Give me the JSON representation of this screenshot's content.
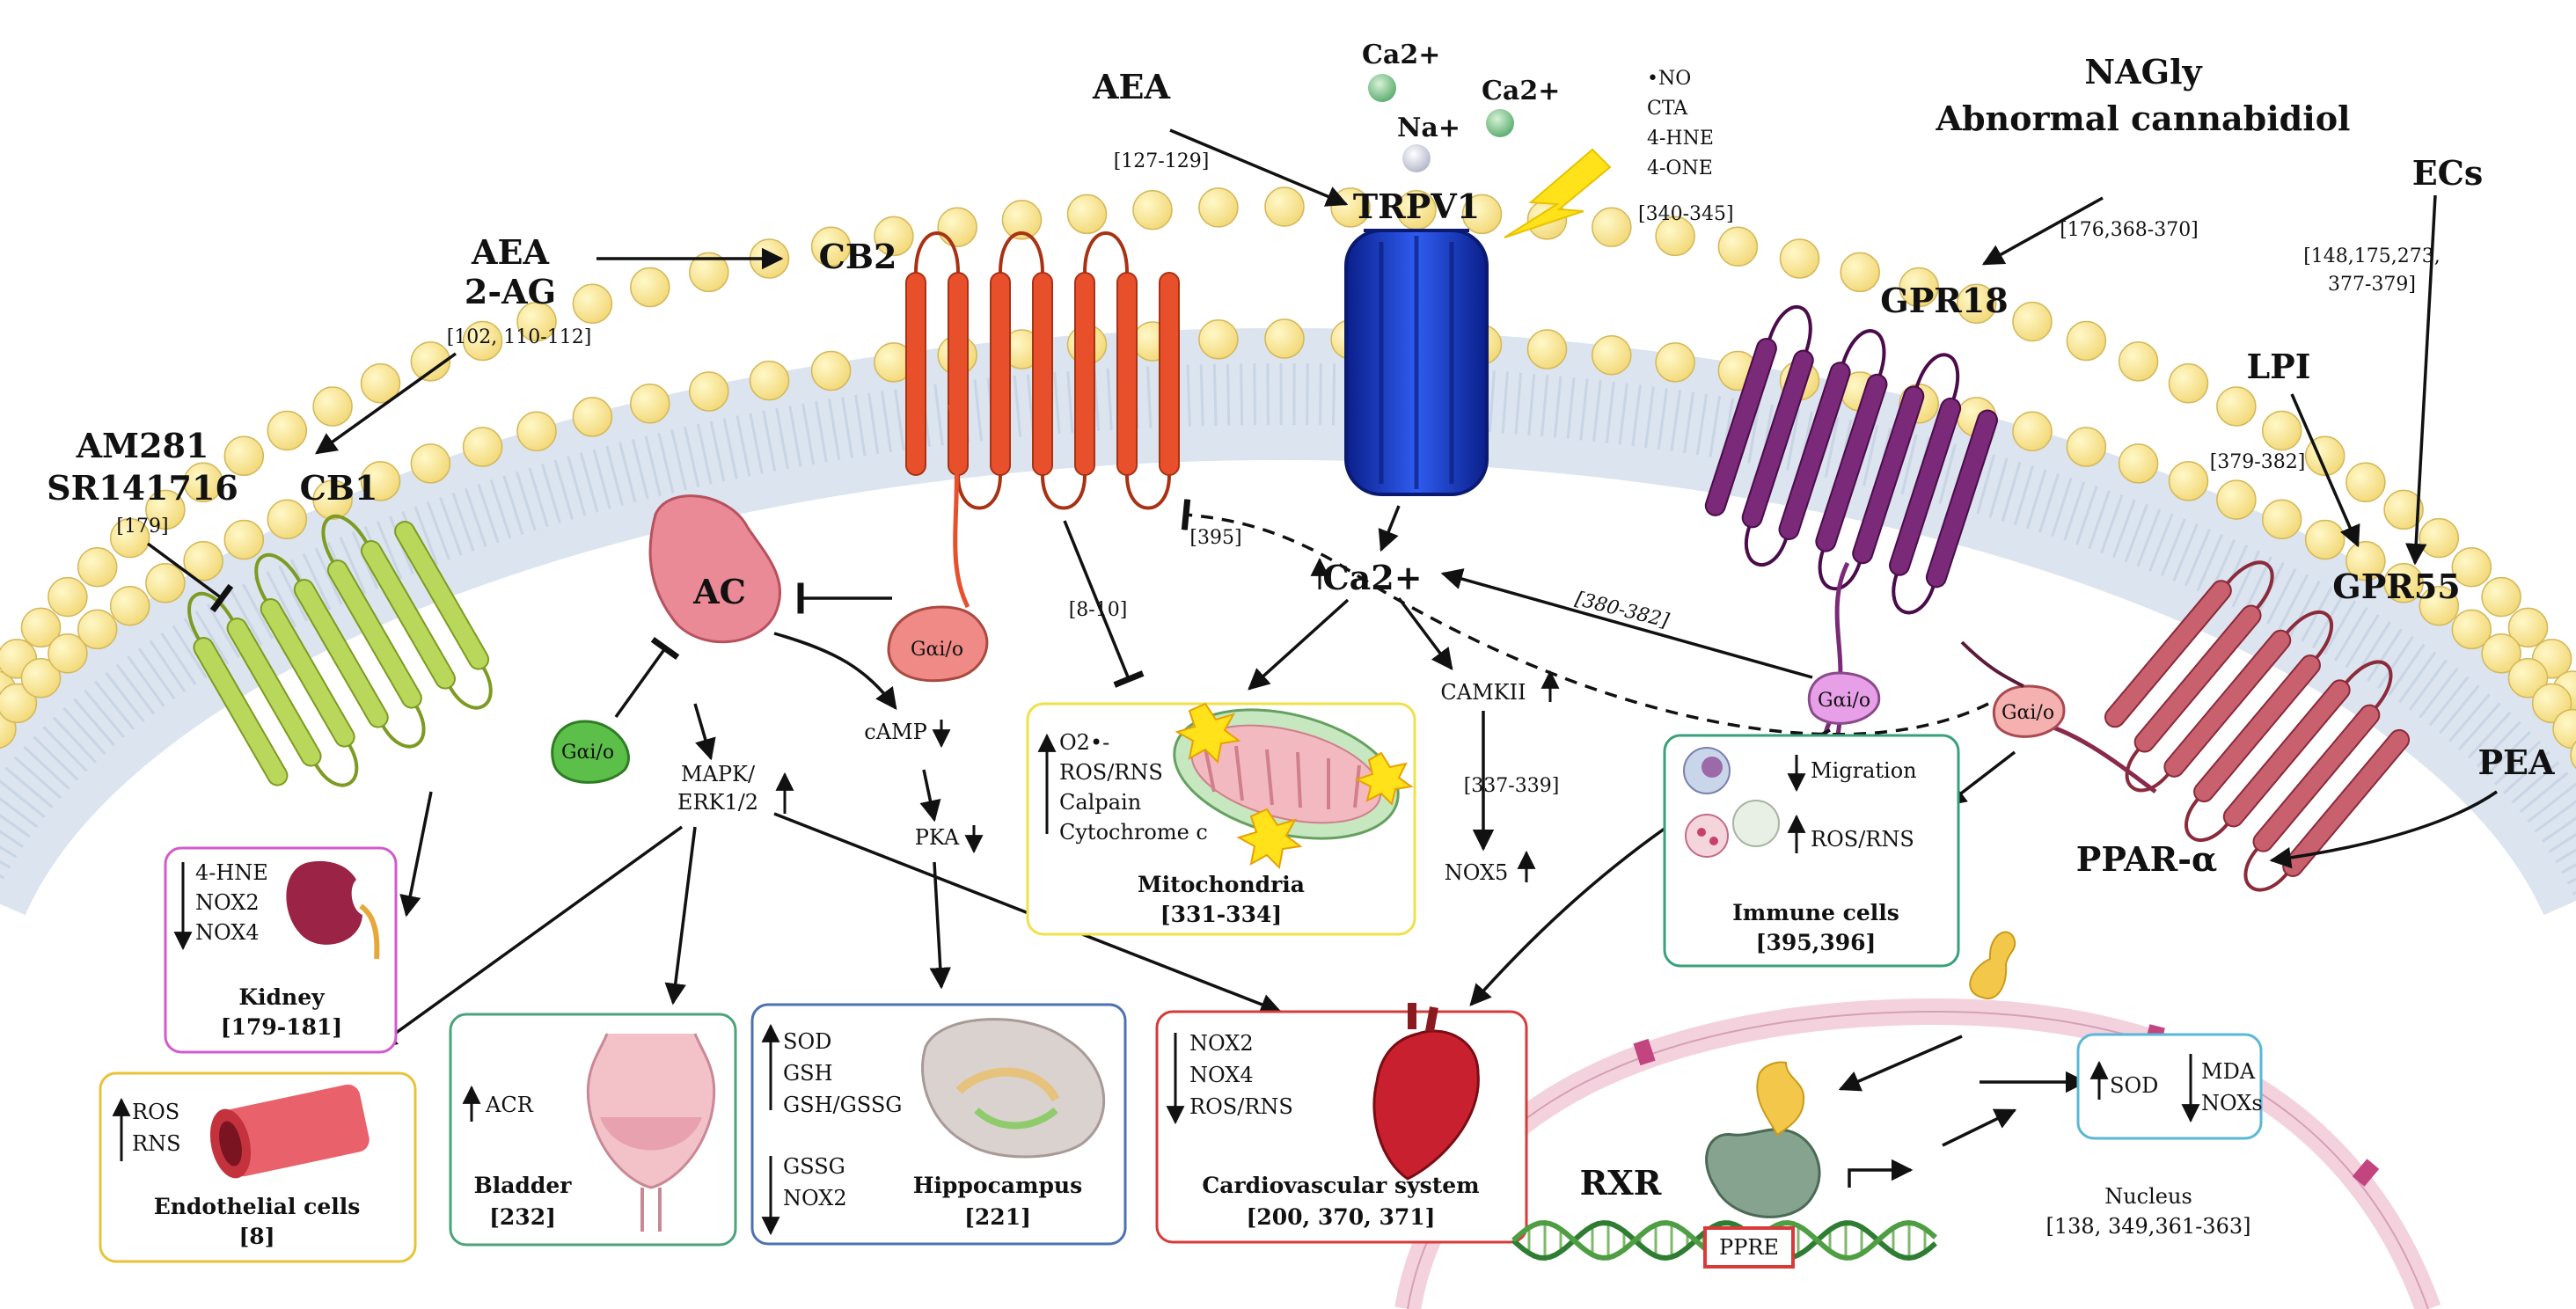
{
  "ligands": {
    "aea_2ag": [
      "AEA",
      "2-AG"
    ],
    "aea_2ag_ref": "[102, 110-112]",
    "am281": [
      "AM281",
      "SR141716"
    ],
    "am281_ref": "[179]",
    "aea_trpv1": "AEA",
    "aea_trpv1_ref": "[127-129]",
    "nagly": [
      "NAGly",
      "Abnormal cannabidiol"
    ],
    "nagly_ref": "[176,368-370]",
    "ecs": "ECs",
    "ecs_ref": [
      "[148,175,273,",
      "377-379]"
    ],
    "lpi": "LPI",
    "lpi_ref": "[379-382]",
    "pea": "PEA",
    "oxidants": [
      "•NO",
      "CTA",
      "4-HNE",
      "4-ONE"
    ],
    "oxidants_ref": "[340-345]"
  },
  "ions": [
    "Ca2+",
    "Na+",
    "Ca2+"
  ],
  "receptors": {
    "cb1": "CB1",
    "cb2": "CB2",
    "trpv1": "TRPV1",
    "gpr18": "GPR18",
    "gpr55": "GPR55",
    "ppar": "PPAR-α",
    "rxr": "RXR",
    "ppre": "PPRE"
  },
  "g_protein": "Gαi/o",
  "signaling": {
    "ac": "AC",
    "camp": "cAMP",
    "pka": "PKA",
    "mapk": [
      "MAPK/",
      "ERK1/2"
    ],
    "ca_inner": "Ca2+",
    "camkii": "CAMKII",
    "nox5": "NOX5",
    "ref_395": "[395]",
    "ref_8_10": "[8-10]",
    "ref_380": "[380-382]",
    "ref_337": "[337-339]"
  },
  "panels": {
    "kidney": {
      "items": [
        "4-HNE",
        "NOX2",
        "NOX4"
      ],
      "title": "Kidney",
      "ref": "[179-181]"
    },
    "endothelial": {
      "items": [
        "ROS",
        "RNS"
      ],
      "title": "Endothelial cells",
      "ref": "[8]"
    },
    "bladder": {
      "items": [
        "ACR"
      ],
      "title": "Bladder",
      "ref": "[232]"
    },
    "hippocampus": {
      "up": [
        "SOD",
        "GSH",
        "GSH/GSSG"
      ],
      "down": [
        "GSSG",
        "NOX2"
      ],
      "title": "Hippocampus",
      "ref": "[221]"
    },
    "mitochondria": {
      "items": [
        "O2•-",
        "ROS/RNS",
        "Calpain",
        "Cytochrome c"
      ],
      "title": "Mitochondria",
      "ref": "[331-334]"
    },
    "cardio": {
      "items": [
        "NOX2",
        "NOX4",
        "ROS/RNS"
      ],
      "title": "Cardiovascular system",
      "ref": "[200, 370, 371]"
    },
    "immune": {
      "down": "Migration",
      "up": "ROS/RNS",
      "title": "Immune cells",
      "ref": "[395,396]"
    },
    "nucleus": {
      "up": "SOD",
      "down": [
        "MDA",
        "NOXs"
      ],
      "title": "Nucleus",
      "ref": "[138, 349,361-363]"
    }
  },
  "colors": {
    "cb1": "#b9d75a",
    "cb2": "#e8502c",
    "trpv1": "#1d3fc9",
    "gpr18": "#7a2a78",
    "gpr55": "#c8606e",
    "ac": "#e98a96",
    "g_protein_pink": "#f08a86",
    "g_protein_green": "#5cbf4a",
    "g_protein_violet": "#e7a0e8",
    "kidney_border": "#d25acb",
    "endothelial_border": "#e8c33a",
    "bladder_border": "#4aa37a",
    "hippocampus_border": "#4c72b0",
    "mito_border": "#f0e04a",
    "cardio_border": "#d83a3a",
    "immune_border": "#3aa07a",
    "nucleus_border": "#5ab7d8"
  }
}
